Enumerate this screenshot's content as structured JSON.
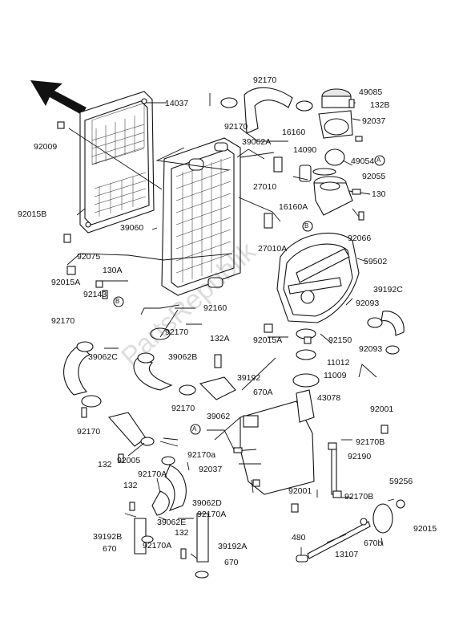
{
  "watermark": "PartsRepublik",
  "parts": [
    {
      "id": "p92170_top",
      "text": "92170"
    },
    {
      "id": "p49085",
      "text": "49085"
    },
    {
      "id": "p132B",
      "text": "132B"
    },
    {
      "id": "p14037",
      "text": "14037"
    },
    {
      "id": "p16160",
      "text": "16160"
    },
    {
      "id": "p92037_top",
      "text": "92037"
    },
    {
      "id": "p92170_mid",
      "text": "92170"
    },
    {
      "id": "p92009",
      "text": "92009"
    },
    {
      "id": "p39062A",
      "text": "39062A"
    },
    {
      "id": "p14090",
      "text": "14090"
    },
    {
      "id": "p49054",
      "text": "49054"
    },
    {
      "id": "p92055",
      "text": "92055"
    },
    {
      "id": "p27010",
      "text": "27010"
    },
    {
      "id": "p130",
      "text": "130"
    },
    {
      "id": "p92015B",
      "text": "92015B"
    },
    {
      "id": "p16160A",
      "text": "16160A"
    },
    {
      "id": "p39060",
      "text": "39060"
    },
    {
      "id": "p92066",
      "text": "92066"
    },
    {
      "id": "p27010A",
      "text": "27010A"
    },
    {
      "id": "p92075",
      "text": "92075"
    },
    {
      "id": "p59502",
      "text": "59502"
    },
    {
      "id": "p130A",
      "text": "130A"
    },
    {
      "id": "p92015A_l",
      "text": "92015A"
    },
    {
      "id": "p92143",
      "text": "92143"
    },
    {
      "id": "p39192C",
      "text": "39192C"
    },
    {
      "id": "p92093_a",
      "text": "92093"
    },
    {
      "id": "p92160",
      "text": "92160"
    },
    {
      "id": "p92170_l",
      "text": "92170"
    },
    {
      "id": "p92170_c",
      "text": "92170"
    },
    {
      "id": "p132A",
      "text": "132A"
    },
    {
      "id": "p92015A_r",
      "text": "92015A"
    },
    {
      "id": "p92150",
      "text": "92150"
    },
    {
      "id": "p92093_b",
      "text": "92093"
    },
    {
      "id": "p11012",
      "text": "11012"
    },
    {
      "id": "p39062C",
      "text": "39062C"
    },
    {
      "id": "p39062B",
      "text": "39062B"
    },
    {
      "id": "p11009",
      "text": "11009"
    },
    {
      "id": "p39192",
      "text": "39192"
    },
    {
      "id": "p670A",
      "text": "670A"
    },
    {
      "id": "p43078",
      "text": "43078"
    },
    {
      "id": "p92170_d",
      "text": "92170"
    },
    {
      "id": "p92001_a",
      "text": "92001"
    },
    {
      "id": "p92170_e",
      "text": "92170"
    },
    {
      "id": "p39062",
      "text": "39062"
    },
    {
      "id": "p92170B_a",
      "text": "92170B"
    },
    {
      "id": "p132_a",
      "text": "132"
    },
    {
      "id": "p92005",
      "text": "92005"
    },
    {
      "id": "p92170a",
      "text": "92170a"
    },
    {
      "id": "p92190",
      "text": "92190"
    },
    {
      "id": "p92037_b",
      "text": "92037"
    },
    {
      "id": "p92170A_a",
      "text": "92170A"
    },
    {
      "id": "p92001_b",
      "text": "92001"
    },
    {
      "id": "p92170B_b",
      "text": "92170B"
    },
    {
      "id": "p59256",
      "text": "59256"
    },
    {
      "id": "p132_b",
      "text": "132"
    },
    {
      "id": "p39062D",
      "text": "39062D"
    },
    {
      "id": "p92170A_b",
      "text": "92170A"
    },
    {
      "id": "p92015",
      "text": "92015"
    },
    {
      "id": "p39062E",
      "text": "39062E"
    },
    {
      "id": "p39192B",
      "text": "39192B"
    },
    {
      "id": "p92170A_c",
      "text": "92170A"
    },
    {
      "id": "p132_c",
      "text": "132"
    },
    {
      "id": "p670",
      "text": "670"
    },
    {
      "id": "p480",
      "text": "480"
    },
    {
      "id": "p670b",
      "text": "670b"
    },
    {
      "id": "p39192A",
      "text": "39192A"
    },
    {
      "id": "p13107",
      "text": "13107"
    },
    {
      "id": "p670_b",
      "text": "670"
    }
  ],
  "markers": {
    "A": "A",
    "B": "B"
  }
}
